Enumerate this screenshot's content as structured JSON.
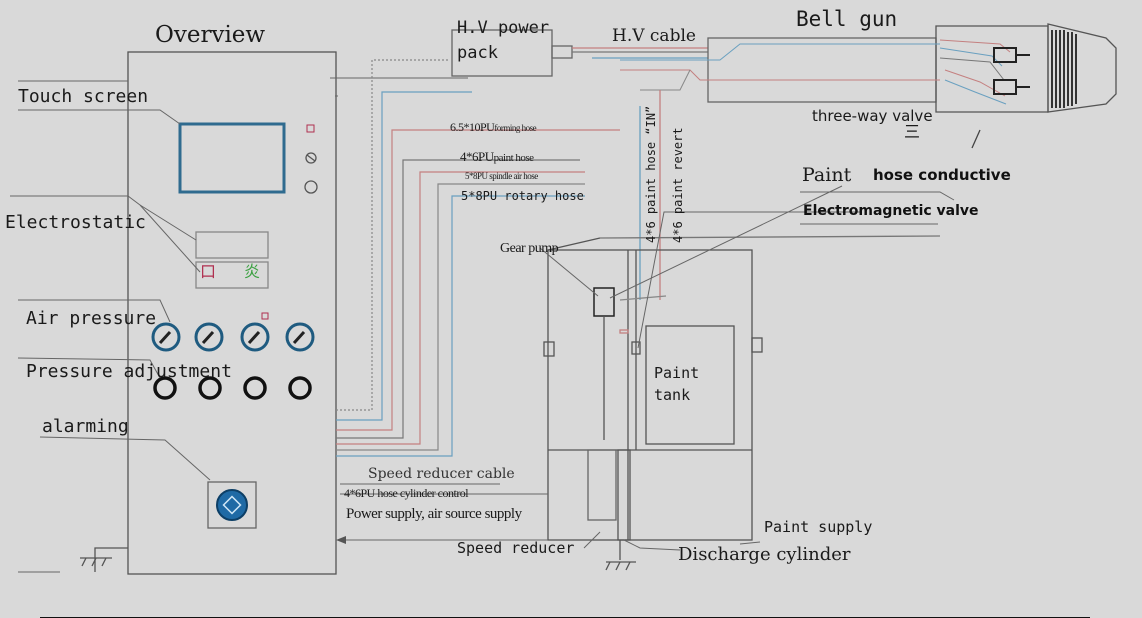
{
  "labels": {
    "overview": "Overview",
    "touch_screen": "Touch screen",
    "electrostatic": "Electrostatic",
    "air_pressure": "Air pressure",
    "pressure_adjustment": "Pressure adjustment",
    "alarming": "alarming",
    "hv_power_pack": "H.V power\npack",
    "hv_cable": "H.V cable",
    "bell_gun": "Bell gun",
    "three_way_valve": "three-way valve",
    "three_way_glyph": "三",
    "hose_conductive": "hose conductive",
    "paint": "Paint",
    "electromagnetic_valve": "Electromagnetic valve",
    "forming_hose": "6.5*10PU",
    "forming_hose_small": "forming hose",
    "paint_hose": "4*6PU",
    "paint_hose_small": "paint hose",
    "spindle_air_hose": "5*8PU spindle air hose",
    "rotary_hose": "5*8PU rotary hose",
    "paint_hose_in": "4*6 paint hose “IN”",
    "paint_revert": "4*6 paint revert",
    "gear_pump": "Gear pump",
    "paint_tank": "Paint\ntank",
    "speed_reducer_cable": "Speed reducer cable",
    "cylinder_control": "4*6PU hose cylinder control",
    "power_supply": "Power supply, air source supply",
    "speed_reducer": "Speed reducer",
    "paint_supply": "Paint supply",
    "discharge_cylinder": "Discharge cylinder",
    "panel_indicator_left": "口",
    "panel_indicator_right": "炎"
  },
  "colors": {
    "background": "#d9d9d9",
    "line": "#555555",
    "screen_border": "#2f6b8f",
    "alarm_button": "#1f6aa5",
    "hose_red": "#c48080",
    "hose_blue": "#6aa0c0",
    "indicator_red": "#b03050",
    "indicator_green": "#3aa040"
  }
}
